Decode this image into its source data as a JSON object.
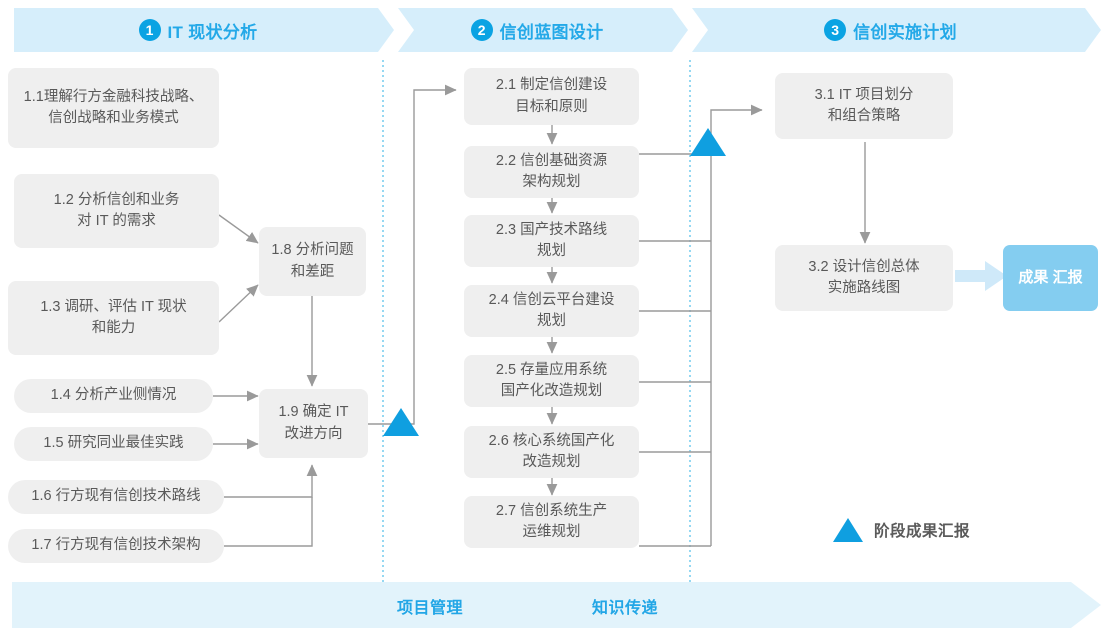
{
  "phases": [
    {
      "num": "1",
      "title": "IT 现状分析"
    },
    {
      "num": "2",
      "title": "信创蓝图设计"
    },
    {
      "num": "3",
      "title": "信创实施计划"
    }
  ],
  "stage1": {
    "items": [
      {
        "id": "1.1",
        "line1": "1.1理解行方金融科技战略、",
        "line2": "信创战略和业务模式"
      },
      {
        "id": "1.2",
        "line1": "1.2 分析信创和业务",
        "line2": "对 IT 的需求"
      },
      {
        "id": "1.3",
        "line1": "1.3 调研、评估 IT 现状",
        "line2": "和能力"
      },
      {
        "id": "1.4",
        "line1": "1.4 分析产业侧情况",
        "line2": ""
      },
      {
        "id": "1.5",
        "line1": "1.5 研究同业最佳实践",
        "line2": ""
      },
      {
        "id": "1.6",
        "line1": "1.6 行方现有信创技术路线",
        "line2": ""
      },
      {
        "id": "1.7",
        "line1": "1.7 行方现有信创技术架构",
        "line2": ""
      }
    ],
    "merge": [
      {
        "id": "1.8",
        "line1": "1.8 分析问题",
        "line2": "和差距"
      },
      {
        "id": "1.9",
        "line1": "1.9 确定 IT",
        "line2": "改进方向"
      }
    ]
  },
  "stage2": {
    "items": [
      {
        "id": "2.1",
        "line1": "2.1 制定信创建设",
        "line2": "目标和原则"
      },
      {
        "id": "2.2",
        "line1": "2.2 信创基础资源",
        "line2": "架构规划"
      },
      {
        "id": "2.3",
        "line1": "2.3 国产技术路线",
        "line2": "规划"
      },
      {
        "id": "2.4",
        "line1": "2.4 信创云平台建设",
        "line2": "规划"
      },
      {
        "id": "2.5",
        "line1": "2.5 存量应用系统",
        "line2": "国产化改造规划"
      },
      {
        "id": "2.6",
        "line1": "2.6 核心系统国产化",
        "line2": "改造规划"
      },
      {
        "id": "2.7",
        "line1": "2.7 信创系统生产",
        "line2": "运维规划"
      }
    ]
  },
  "stage3": {
    "items": [
      {
        "id": "3.1",
        "line1": "3.1 IT 项目划分",
        "line2": "和组合策略"
      },
      {
        "id": "3.2",
        "line1": "3.2 设计信创总体",
        "line2": "实施路线图"
      }
    ],
    "result": {
      "line1": "成果",
      "line2": "汇报"
    }
  },
  "legend": {
    "label": "阶段成果汇报"
  },
  "bottom": {
    "labels": [
      "项目管理",
      "知识传递"
    ]
  },
  "colors": {
    "accent": "#0f9fe0",
    "phase_band": "#d6eefb",
    "phase_text": "#24a9e8",
    "box_bg": "#efefef",
    "box_text": "#595959",
    "result_bg": "#84cdf0",
    "bottom_band": "#e2f3fb",
    "connector": "#9a9a9a"
  }
}
